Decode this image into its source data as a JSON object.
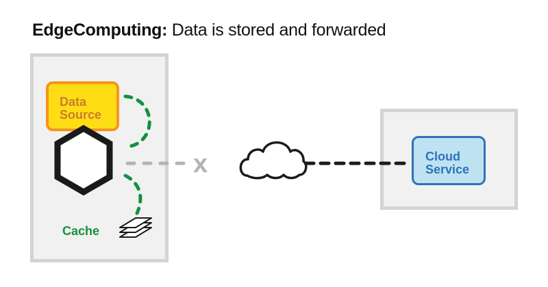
{
  "title": {
    "bold": "EdgeComputing:",
    "rest": " Data is stored and forwarded"
  },
  "edge": {
    "data_source": {
      "line1": "Data",
      "line2": "Source"
    },
    "cache_label": "Cache",
    "device_icon": "hexagon-icon",
    "cache_icon": "stacked-layers-icon"
  },
  "connection": {
    "status_mark": "x",
    "status": "disconnected",
    "network_icon": "cloud-icon"
  },
  "cloud": {
    "service": {
      "line1": "Cloud",
      "line2": "Service"
    }
  },
  "colors": {
    "data_source_fill": "#ffdd15",
    "data_source_border": "#f7941d",
    "data_source_text": "#c87f26",
    "cache_green": "#11923e",
    "cloud_service_fill": "#bfe2f2",
    "cloud_service_border": "#2d73b8",
    "broken_link_gray": "#b3b3b5",
    "panel_border": "#d3d3d5",
    "panel_fill": "#f1f1f1"
  }
}
